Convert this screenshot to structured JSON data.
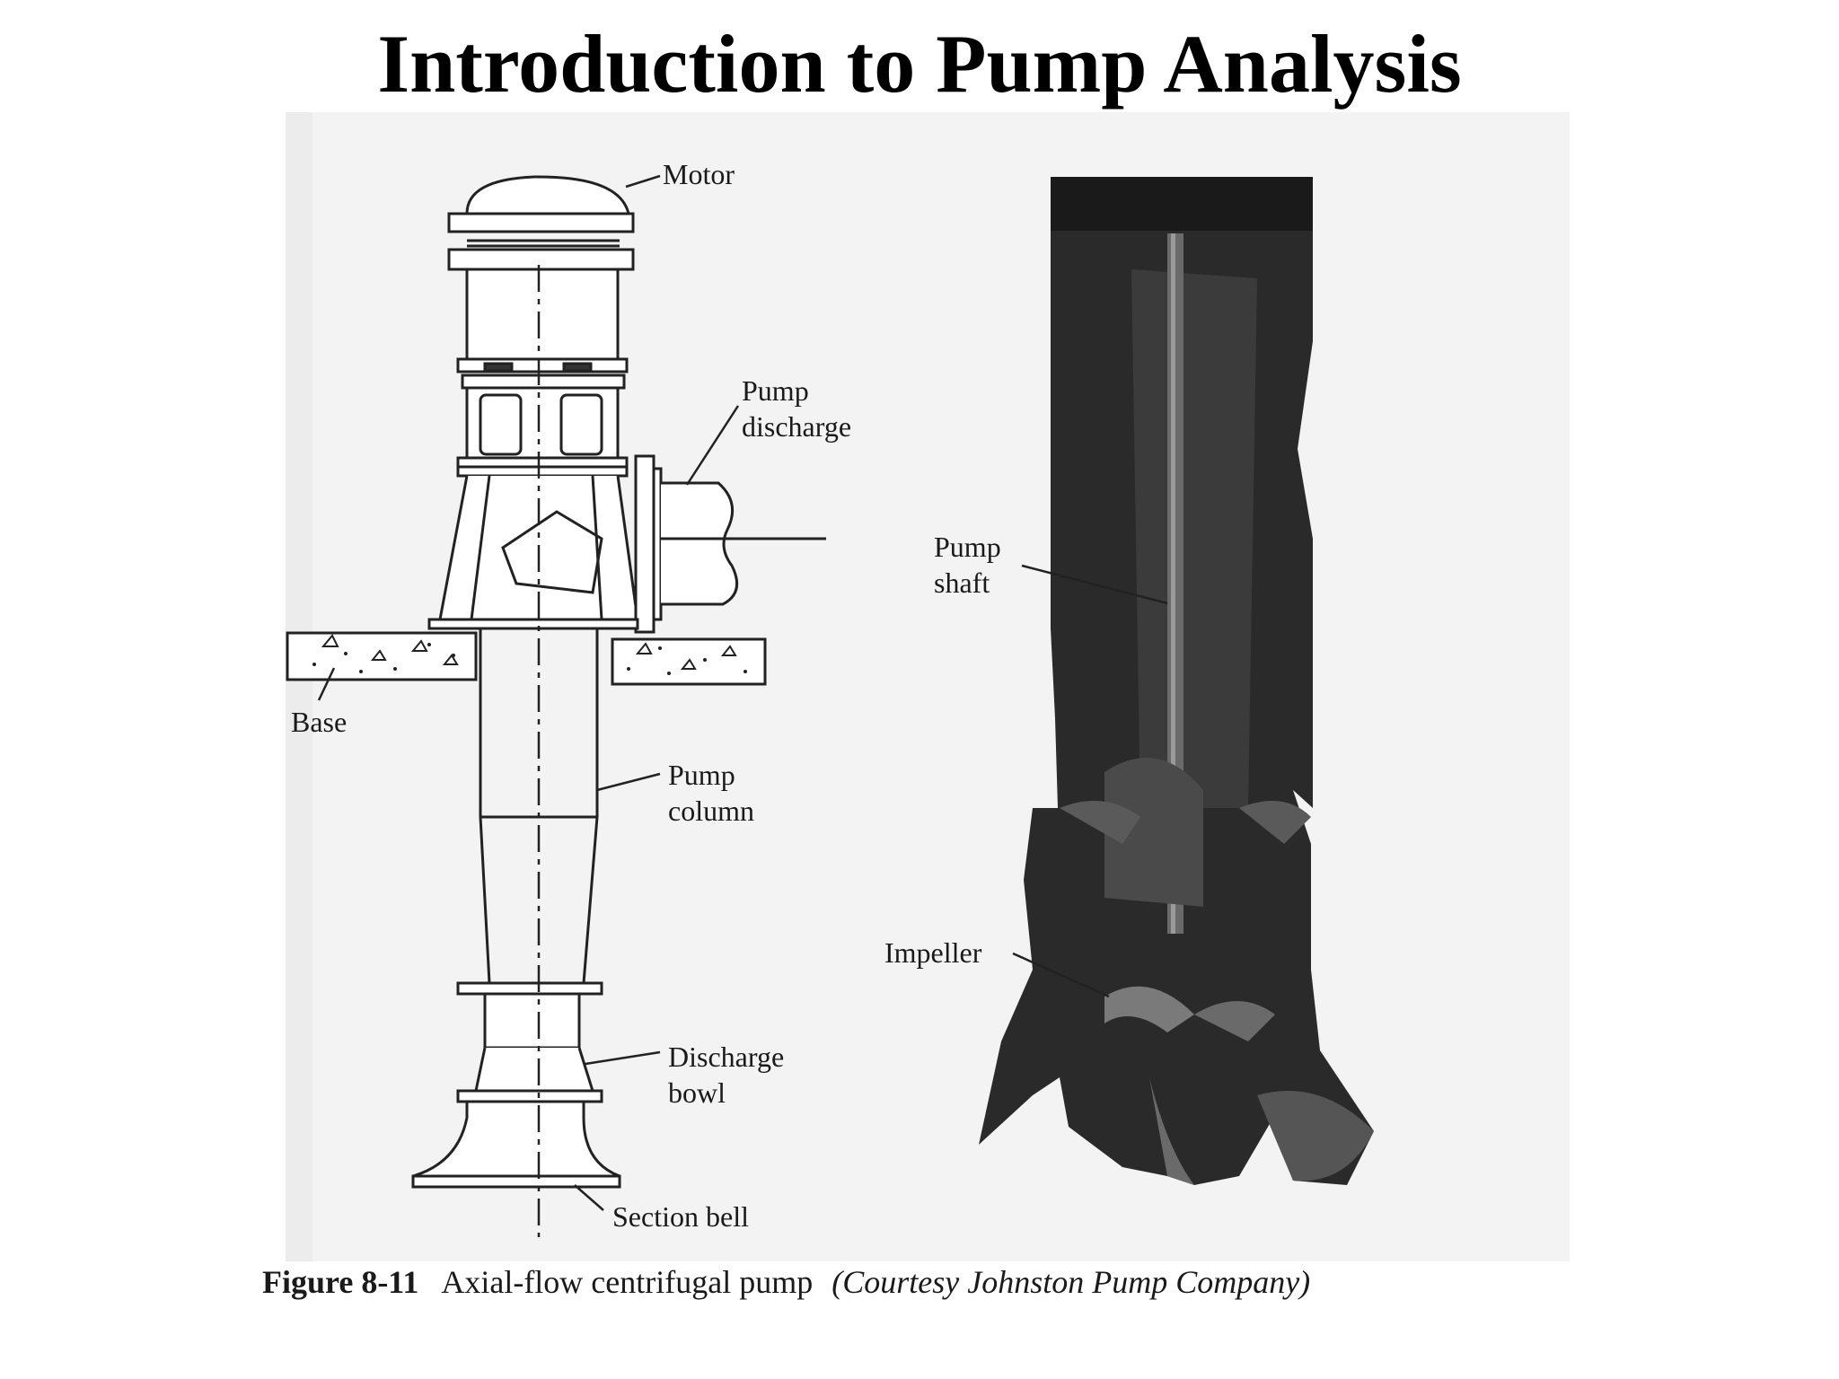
{
  "slide": {
    "title": "Introduction to Pump Analysis"
  },
  "diagram": {
    "labels": {
      "motor": "Motor",
      "pump_discharge": [
        "Pump",
        "discharge"
      ],
      "base": "Base",
      "pump_column": [
        "Pump",
        "column"
      ],
      "discharge_bowl": [
        "Discharge",
        "bowl"
      ],
      "section_bell": "Section bell",
      "pump_shaft": [
        "Pump",
        "shaft"
      ],
      "impeller": "Impeller"
    }
  },
  "caption": {
    "figure_number": "Figure 8-11",
    "text": "Axial-flow centrifugal pump",
    "credit": "(Courtesy Johnston Pump Company)"
  }
}
